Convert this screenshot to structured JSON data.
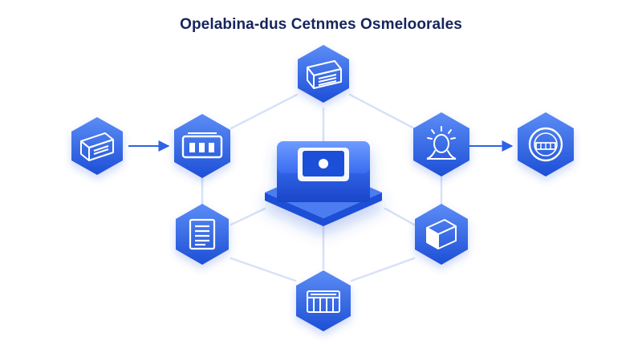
{
  "title": "Opelabina-dus Cetnmes Osmeloorales",
  "colors": {
    "hex_light": "#5b8cf5",
    "hex_dark": "#1d4fd6",
    "hex_side": "#2f5fe6",
    "connector": "#d7e1f8",
    "arrow": "#2d63e8",
    "icon": "#ffffff",
    "title": "#16245c"
  },
  "nodes": [
    {
      "id": "top-server",
      "icon": "server-rack-icon"
    },
    {
      "id": "left-input",
      "icon": "server-rack-icon"
    },
    {
      "id": "left-panel",
      "icon": "control-panel-icon"
    },
    {
      "id": "left-document",
      "icon": "document-icon"
    },
    {
      "id": "bottom-storage",
      "icon": "storage-rack-icon"
    },
    {
      "id": "right-idea",
      "icon": "lightbulb-head-icon"
    },
    {
      "id": "right-box",
      "icon": "package-box-icon"
    },
    {
      "id": "right-output",
      "icon": "ring-gauge-icon"
    }
  ],
  "center": {
    "icon": "core-chip-icon"
  }
}
